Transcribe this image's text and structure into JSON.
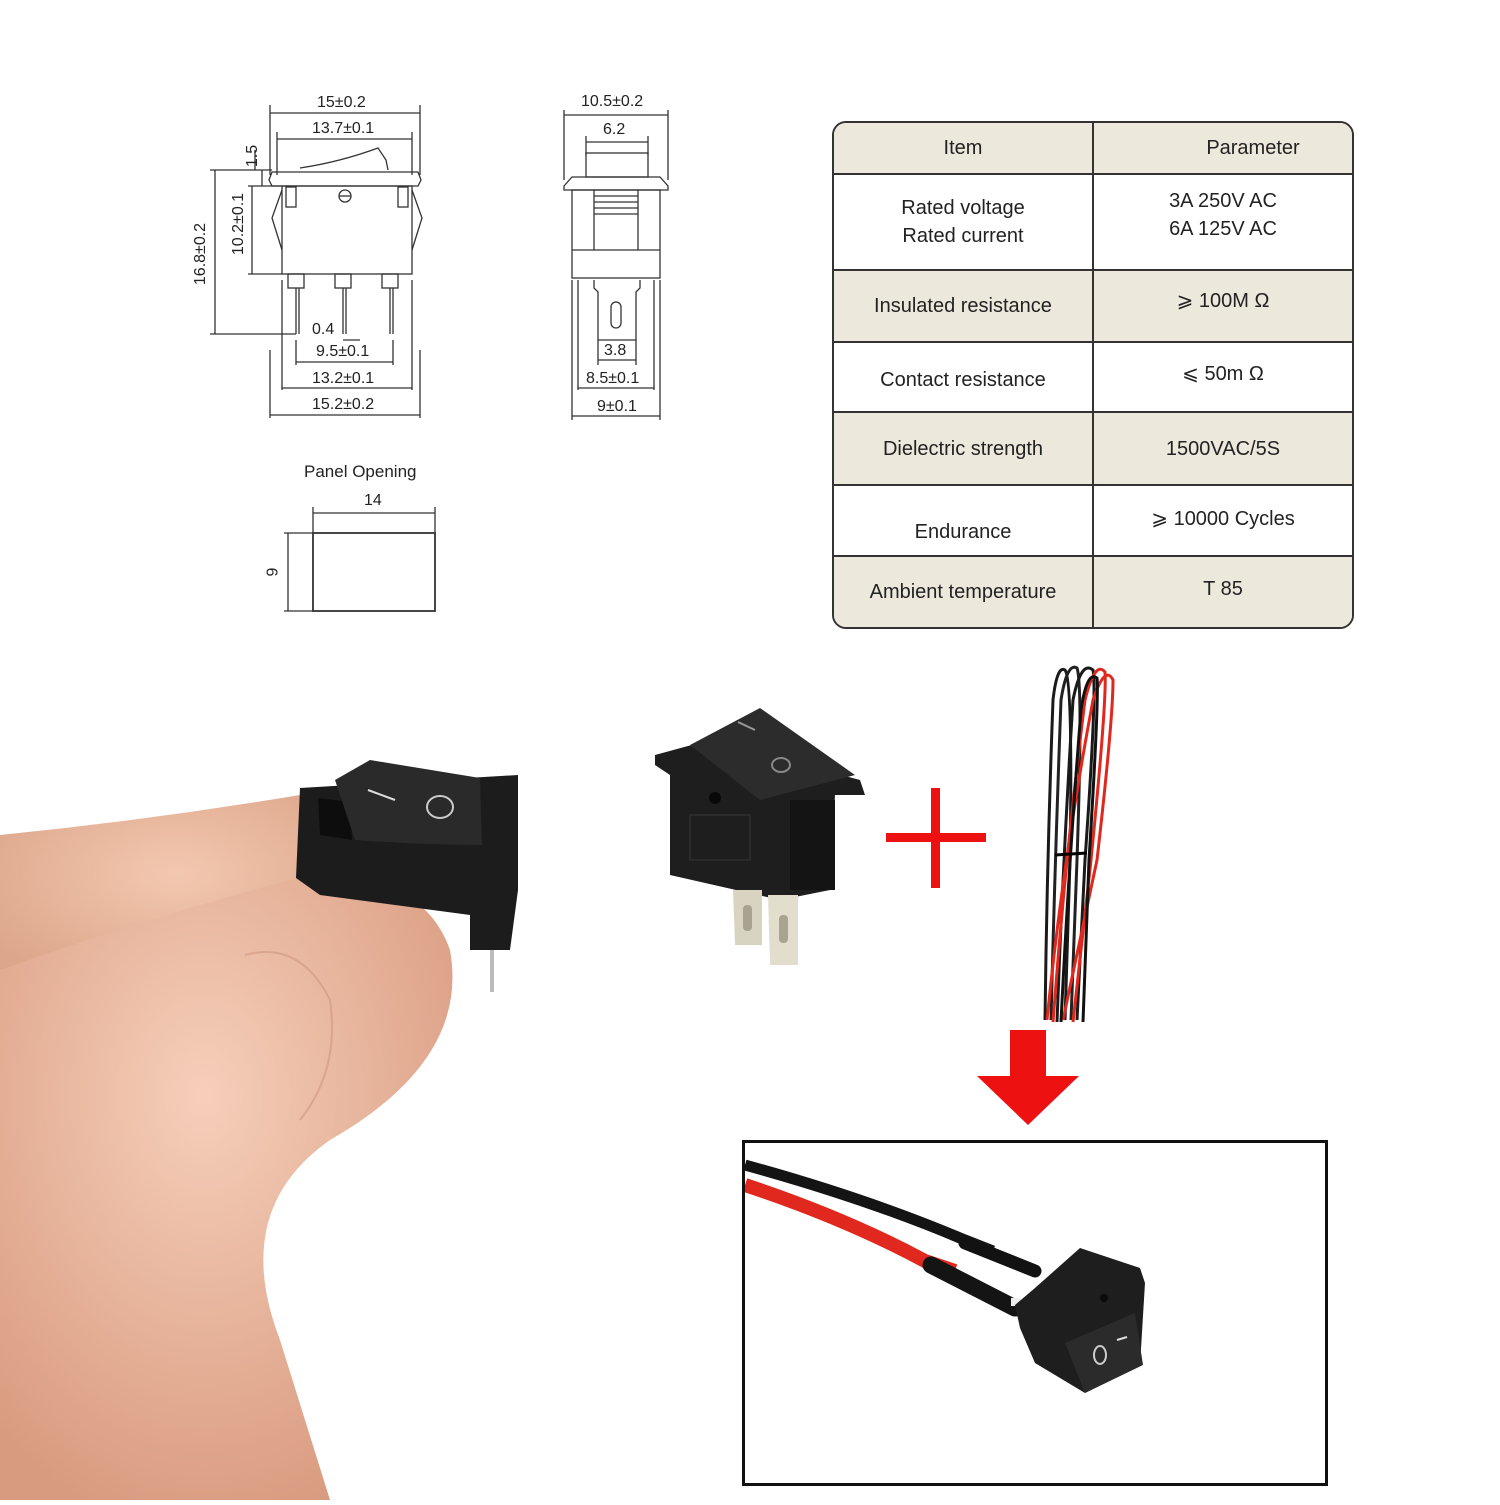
{
  "front_view": {
    "dim_overall_width": "15±0.2",
    "dim_top_width": "13.7±0.1",
    "dim_rocker_height": "1.5",
    "dim_body_height": "10.2±0.1",
    "dim_total_height": "16.8±0.2",
    "dim_pin_thickness": "0.4",
    "dim_pin_spacing": "9.5±0.1",
    "dim_body_width": "13.2±0.1",
    "dim_bottom_width": "15.2±0.2"
  },
  "side_view": {
    "dim_overall_width": "10.5±0.2",
    "dim_rocker_width": "6.2",
    "dim_terminal_width": "3.8",
    "dim_body_width": "8.5±0.1",
    "dim_bottom_width": "9±0.1"
  },
  "panel_opening": {
    "title": "Panel Opening",
    "width": "14",
    "height": "9"
  },
  "spec_table": {
    "headers": [
      "Item",
      "Parameter"
    ],
    "rows": [
      {
        "item": [
          "Rated voltage",
          "Rated current"
        ],
        "param": [
          "3A 250V AC",
          "6A 125V AC"
        ]
      },
      {
        "item": [
          "Insulated resistance"
        ],
        "param": [
          "⩾ 100M Ω"
        ]
      },
      {
        "item": [
          "Contact resistance"
        ],
        "param": [
          "⩽ 50m Ω"
        ]
      },
      {
        "item": [
          "Dielectric strength"
        ],
        "param": [
          "1500VAC/5S"
        ]
      },
      {
        "item": [
          "Endurance"
        ],
        "param": [
          "⩾ 10000 Cycles"
        ]
      },
      {
        "item": [
          "Ambient temperature"
        ],
        "param": [
          "T 85"
        ]
      }
    ]
  },
  "photos": {
    "hand_switch_markings": {
      "on": "I",
      "off": "O"
    },
    "plus_symbol": "+",
    "arrow": "down-arrow"
  },
  "colors": {
    "accent_red": "#ee1111",
    "table_beige": "#ece8dc",
    "switch_black": "#1c1c1c",
    "wire_red": "#e0281e"
  }
}
